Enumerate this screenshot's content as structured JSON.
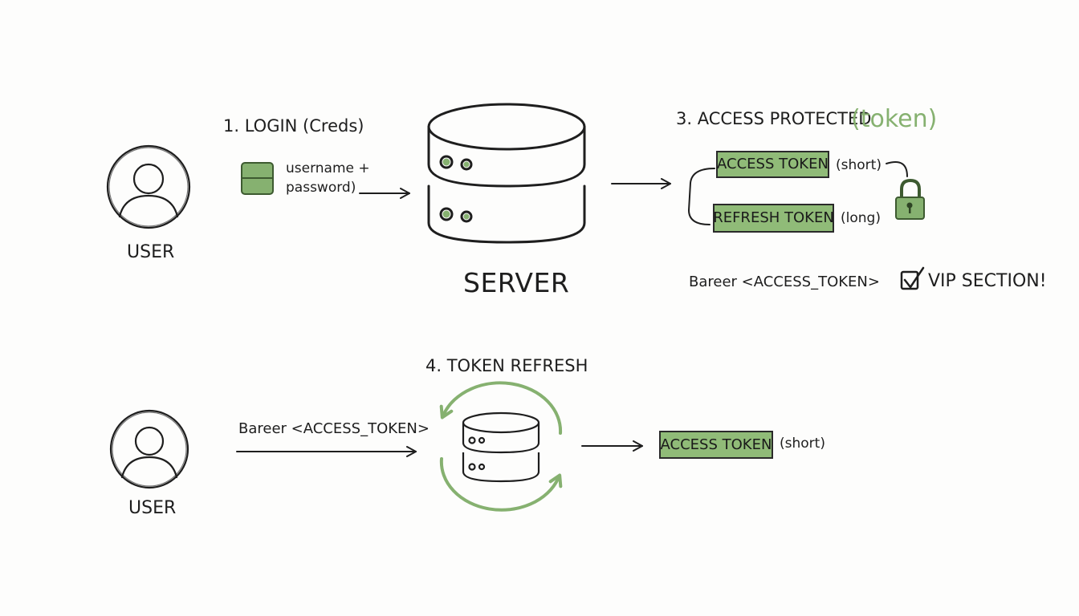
{
  "step1": {
    "title": "1. LOGIN (Creds)",
    "creds_line1": "username +",
    "creds_line2": "password)"
  },
  "user_top": {
    "label": "USER"
  },
  "server": {
    "label": "SERVER"
  },
  "step3": {
    "title": "3. ACCESS PROTECTED",
    "title_accent": "(token)",
    "access_token": "ACCESS TOKEN",
    "access_note": "(short)",
    "refresh_token": "REFRESH TOKEN",
    "refresh_note": "(long)",
    "bearer": "Bareer <ACCESS_TOKEN>",
    "vip": "VIP SECTION!"
  },
  "step4": {
    "title": "4. TOKEN REFRESH",
    "bearer": "Bareer <ACCESS_TOKEN>",
    "access_token": "ACCESS TOKEN",
    "access_note": "(short)"
  },
  "user_bottom": {
    "label": "USER"
  },
  "colors": {
    "ink": "#1e1e1e",
    "accent_green": "#86b170",
    "token_fill": "#90bb78"
  },
  "icons": [
    "user-icon",
    "database-icon",
    "lock-icon",
    "checkbox-icon",
    "refresh-cycle-icon",
    "arrow-icon"
  ]
}
